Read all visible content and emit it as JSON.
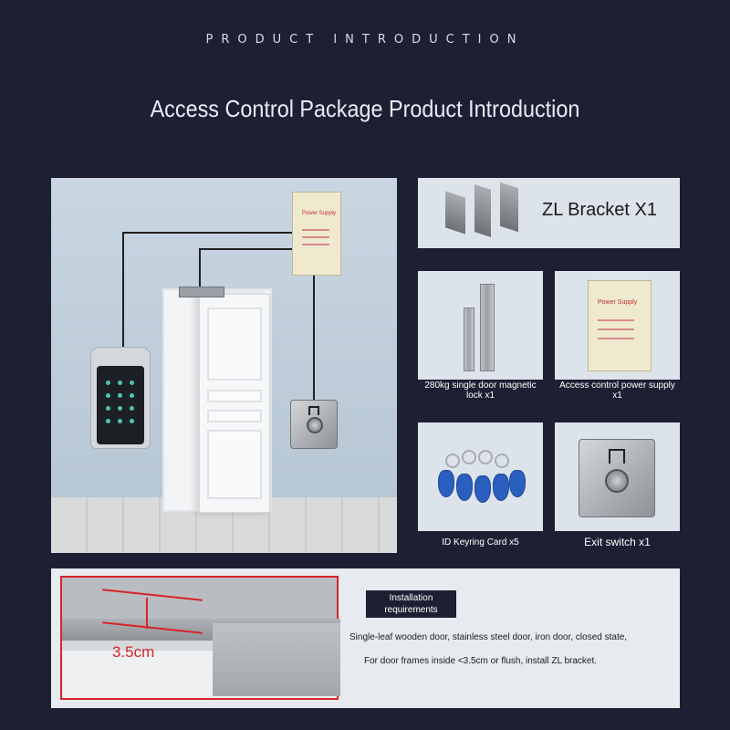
{
  "header": {
    "subtitle": "PRODUCT INTRODUCTION",
    "title": "Access Control Package Product Introduction"
  },
  "scene": {
    "power_supply_label": "Power Supply"
  },
  "products": {
    "zl_bracket": "ZL Bracket X1",
    "magnetic_lock": "280kg single door magnetic lock x1",
    "power_supply": "Access control power supply x1",
    "power_supply_label": "Power Supply",
    "keyring": "ID Keyring Card x5",
    "exit_switch": "Exit switch x1"
  },
  "installation": {
    "badge": "Installation requirements",
    "measurement": "3.5cm",
    "line1": "Single-leaf wooden door, stainless steel door, iron door, closed state,",
    "line2": "For door frames inside <3.5cm or flush, install ZL bracket."
  }
}
